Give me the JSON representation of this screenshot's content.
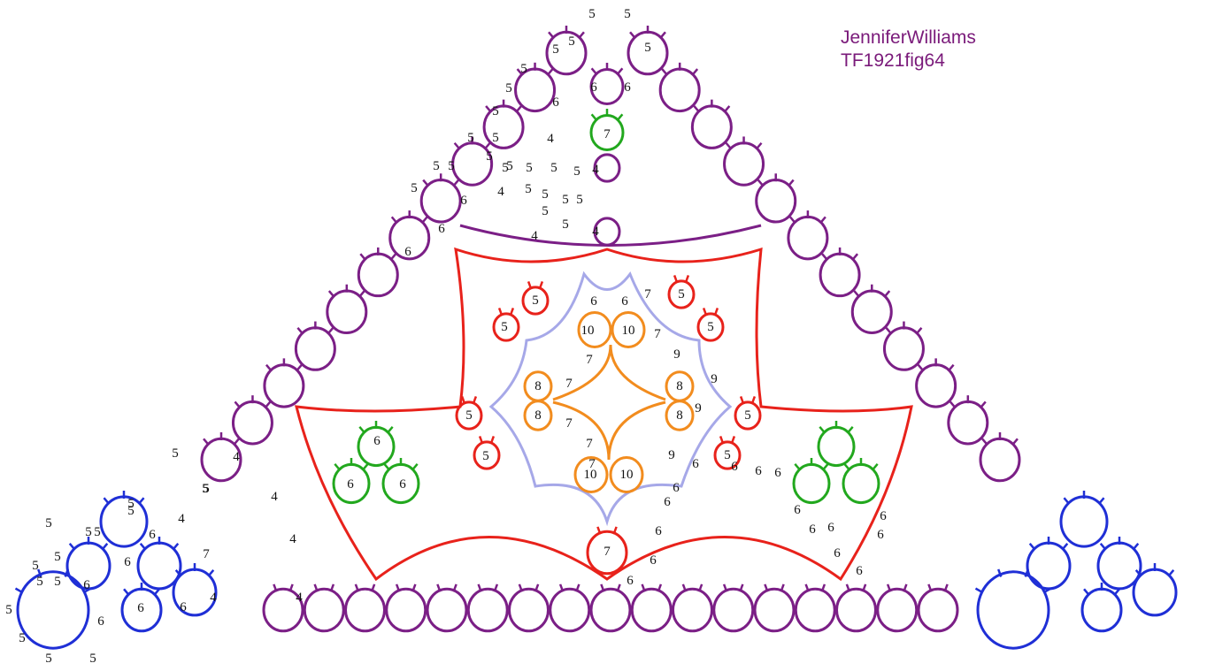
{
  "credit": {
    "author": "JenniferWilliams",
    "reference": "TF1921fig64"
  },
  "colors": {
    "purple": "#7b1f86",
    "red": "#e8221b",
    "green": "#22a81e",
    "orange": "#f28c1e",
    "lavender": "#a6a8e8",
    "blue": "#1f2fd6",
    "text": "#111111"
  },
  "labels": {
    "r4": "4",
    "r5": "5",
    "r6": "6",
    "r7": "7",
    "r8": "8",
    "r9": "9",
    "r10": "10"
  }
}
